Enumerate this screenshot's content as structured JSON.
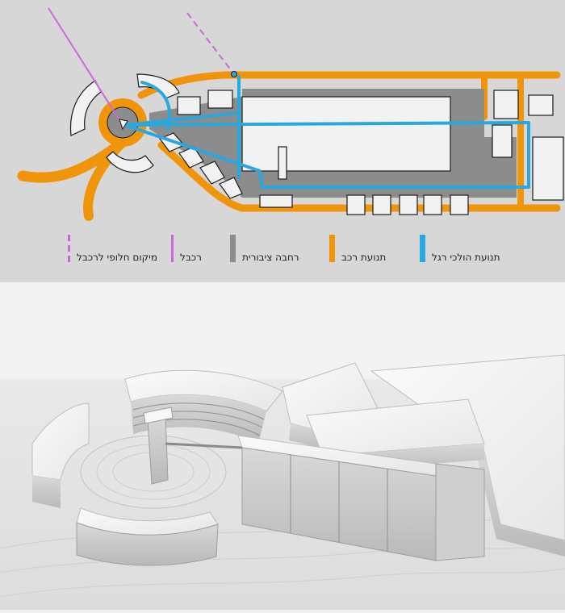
{
  "legend": {
    "pedestrian": {
      "label": "תנועת הולכי רגל",
      "color": "#29a8e0"
    },
    "vehicle": {
      "label": "תנועת רכב",
      "color": "#f0940a"
    },
    "public_square": {
      "label": "רחבה ציבורית",
      "color": "#8c8c8c"
    },
    "cable_car": {
      "label": "רכבל",
      "color": "#c96bd6"
    },
    "cable_car_alt": {
      "label": "מיקום חלופי לרכבל",
      "color": "#c96bd6"
    }
  },
  "colors": {
    "plan_background": "#d7d7d7",
    "building": "#f2f2f2",
    "outline": "#1a1a1a",
    "model_background": "#f3f3f3"
  }
}
